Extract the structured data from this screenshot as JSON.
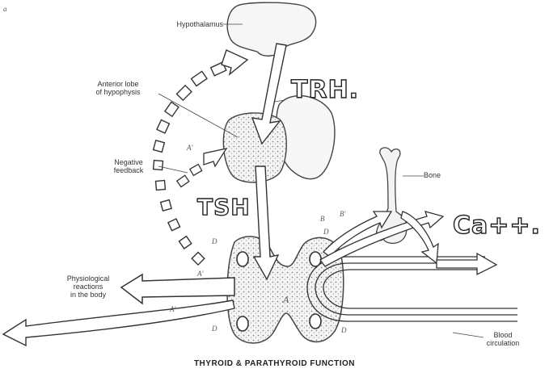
{
  "labels": {
    "hypothalamus": "Hypothalamus",
    "anterior_lobe": "Anterior lobe\nof hypophysis",
    "negative_feedback": "Negative\nfeedback",
    "bone": "Bone",
    "physiological": "Physiological\nreactions\nin the body",
    "blood": "Blood\ncirculation"
  },
  "hormones": {
    "trh": "TRH.",
    "tsh": "TSH",
    "ca": "Ca++."
  },
  "letters": {
    "A_prime_top": "A'",
    "D_top_left": "D",
    "D_top_right": "D",
    "B": "B",
    "B_prime": "B'",
    "A_prime_mid": "A'",
    "A_center": "A",
    "A_prime_low": "A'",
    "D_bottom_left": "D",
    "D_bottom_right": "D",
    "corner_mark": "a"
  },
  "title": "THYROID & PARATHYROID FUNCTION"
}
